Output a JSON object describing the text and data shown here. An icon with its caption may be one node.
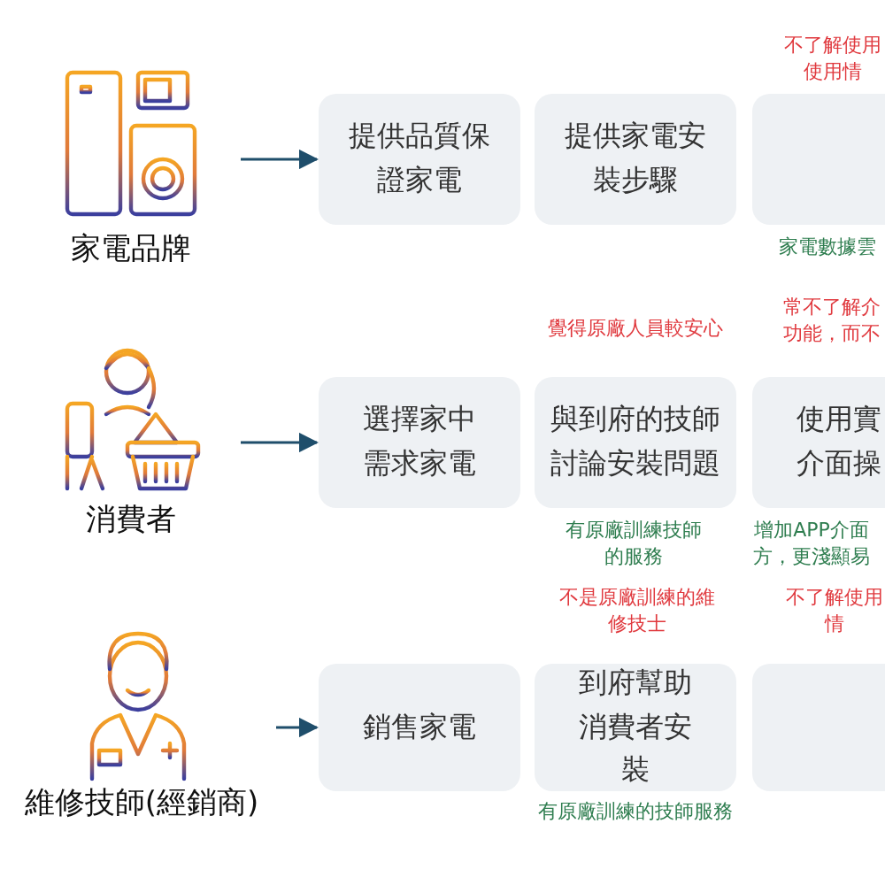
{
  "diagram": {
    "nodes": [
      {
        "text": [
          "家電品牌"
        ]
      },
      {
        "text": [
          "提供品質保證家電"
        ]
      },
      {
        "text": [
          "提供家電安裝步驟"
        ]
      },
      {
        "text": [],
        "shape": "box",
        "beside": [
          "不了解使用使用情",
          "家電數據雲"
        ]
      },
      {
        "text": [
          "消費者"
        ]
      },
      {
        "text": [
          "選擇家中需求家電"
        ]
      },
      {
        "text": [
          "與到府的技師討論安裝問題"
        ],
        "beside": [
          "覺得原廠人員較安心",
          "有原廠訓練技師的服務"
        ]
      },
      {
        "text": [
          "使用實介面操"
        ],
        "beside": [
          "常不了解介功能，而不",
          "增加APP介面方，更淺顯易"
        ]
      },
      {
        "text": [
          "維修技師(經銷商)"
        ]
      },
      {
        "text": [
          "銷售家電"
        ]
      },
      {
        "text": [
          "到府幫助消費者安裝"
        ],
        "beside": [
          "不是原廠訓練的維修技士",
          "有原廠訓練的技師服務"
        ]
      },
      {
        "text": [],
        "shape": "box",
        "beside": [
          "不了解使用情"
        ]
      }
    ],
    "edges": [
      {
        "from": 0,
        "to": 1,
        "arrow": "to"
      },
      {
        "from": 4,
        "to": 5,
        "arrow": "to"
      },
      {
        "from": 8,
        "to": 9,
        "arrow": "to"
      }
    ]
  }
}
